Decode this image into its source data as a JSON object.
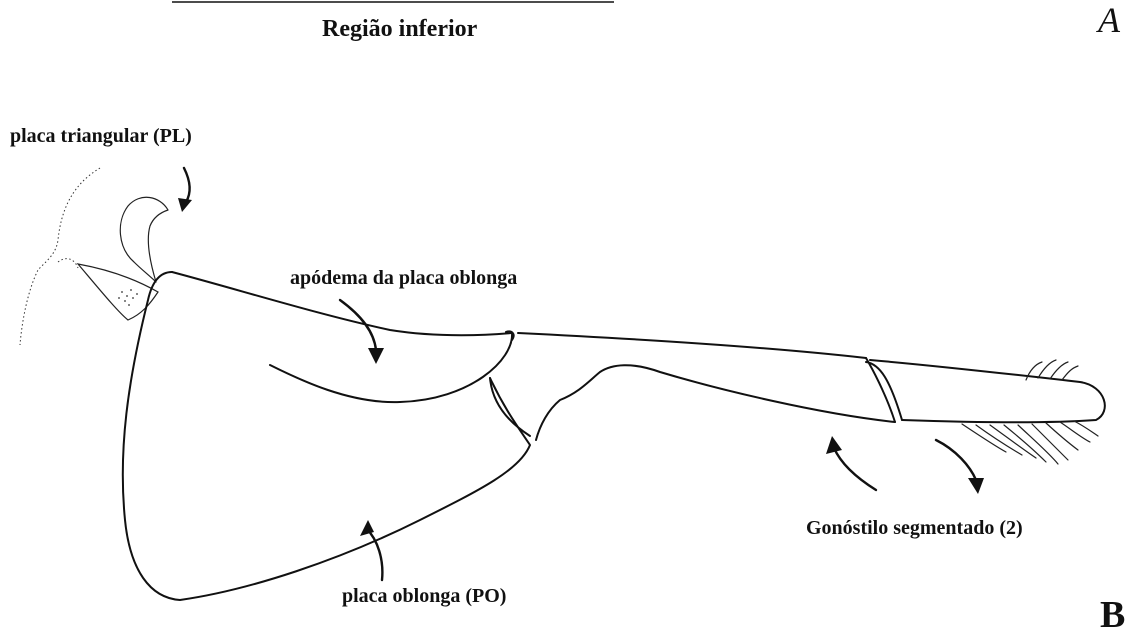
{
  "header": {
    "title": "Região inferior",
    "corner_letter_top": "A",
    "corner_letter_bottom": "B"
  },
  "labels": {
    "triangular_plate": "placa triangular (PL)",
    "apodeme": "apódema da placa oblonga",
    "oblong_plate": "placa oblonga (PO)",
    "gonostylus": "Gonóstilo segmentado (2)"
  },
  "colors": {
    "ink": "#111111",
    "background": "#ffffff"
  }
}
